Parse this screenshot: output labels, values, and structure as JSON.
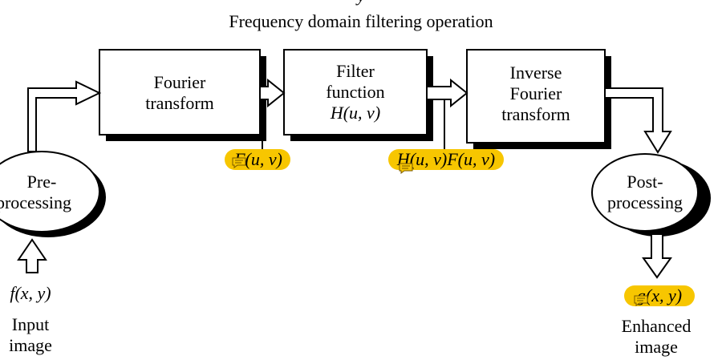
{
  "title_cropped": "y",
  "title": "Frequency domain filtering operation",
  "blocks": {
    "fourier": [
      "Fourier",
      "transform"
    ],
    "filter": [
      "Filter",
      "function",
      "H(u, v)"
    ],
    "inverse": [
      "Inverse",
      "Fourier",
      "transform"
    ]
  },
  "ellipses": {
    "pre": [
      "Pre-",
      "processing"
    ],
    "post": [
      "Post-",
      "processing"
    ]
  },
  "signals": {
    "input_fn": "f(x, y)",
    "input_label": [
      "Input",
      "image"
    ],
    "F": "F(u, v)",
    "HF": "H(u, v)F(u, v)",
    "output_fn": "g(x, y)",
    "output_label": [
      "Enhanced",
      "image"
    ]
  },
  "colors": {
    "highlight": "#f7c600",
    "note_icon": "#f7c600"
  }
}
